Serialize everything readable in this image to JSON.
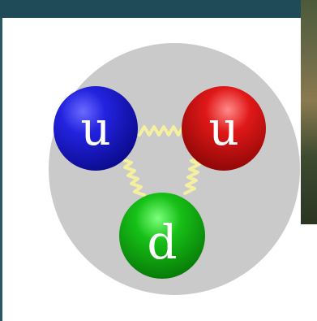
{
  "diagram": {
    "quarks": [
      {
        "label": "u",
        "color_name": "blue"
      },
      {
        "label": "u",
        "color_name": "red"
      },
      {
        "label": "d",
        "color_name": "green"
      }
    ],
    "colors": {
      "background_dark": "#1f4a57",
      "circle_grey": "#cacaca",
      "quark_blue": "#1a1ad4",
      "quark_red": "#d01414",
      "quark_green": "#10b010",
      "gluon_yellow": "#f5efa0"
    }
  }
}
